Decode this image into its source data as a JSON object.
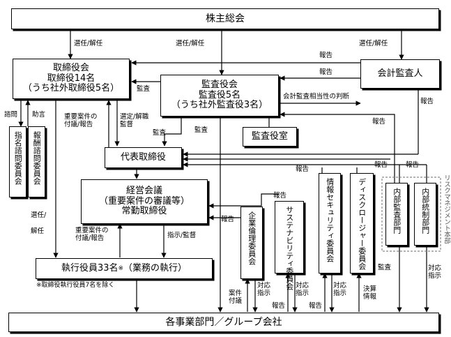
{
  "boxes": {
    "shareholders": "株主総会",
    "board": [
      "取締役会",
      "取締役14名",
      "（うち社外取締役5名）"
    ],
    "auditors": [
      "監査役会",
      "監査役5名",
      "（うち社外監査役3名）"
    ],
    "accounting_auditor": "会計監査人",
    "audit_office": "監査役室",
    "representative": "代表取締役",
    "management_council": [
      "経営会議",
      "（重要案件の審議等）",
      "常勤取締役"
    ],
    "executive_officers": "執行役員33名",
    "executive_mark": "※",
    "executive_suffix": "（業務の執行）",
    "executive_note": "※取締役執行役員7名を除く",
    "business_units": "各事業部門／グループ会社",
    "nomination_committee": "指名諮問委員会",
    "remuneration_committee": "報酬諮問委員会",
    "ethics_committee": "企業倫理委員会",
    "sustainability_committee": "サステナビリティ委員会",
    "infosec_committee": "情報セキュリティ委員会",
    "disclosure_committee": "ディスクロージャー委員会",
    "internal_audit": "内部監査部門",
    "internal_control": "内部統制部門",
    "risk_hq": "リスクマネジメント本部"
  },
  "labels": {
    "elect_dismiss": "選任/解任",
    "elect_dismiss_break": [
      "選任/",
      "解任"
    ],
    "report": "報告",
    "audit": "監査",
    "accounting_judgment": "会計監査相当性の判断",
    "consult": "諮問",
    "advise": "助言",
    "important_matters": [
      "重要案件の",
      "付議/報告"
    ],
    "select_dismiss_role": [
      "選定/解職",
      "監督"
    ],
    "instruct_supervise": "指示/監督",
    "agenda": [
      "案件",
      "付議"
    ],
    "respond_instruct": [
      "対応",
      "指示"
    ],
    "settlement_info": [
      "決算",
      "情報"
    ]
  }
}
